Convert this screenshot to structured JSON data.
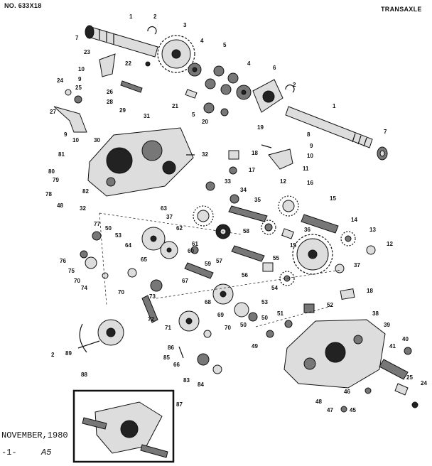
{
  "header": {
    "model": "NO. 633X18",
    "section": "TRANSAXLE"
  },
  "footer": {
    "date": "NOVEMBER,1980",
    "page": "-1-",
    "code": "A5"
  },
  "callouts": [
    {
      "id": "c1",
      "text": "1"
    },
    {
      "id": "c2",
      "text": "2"
    },
    {
      "id": "c3",
      "text": "3"
    },
    {
      "id": "c4",
      "text": "4"
    },
    {
      "id": "c5",
      "text": "5"
    },
    {
      "id": "c6",
      "text": "6"
    },
    {
      "id": "c7",
      "text": "7"
    },
    {
      "id": "c8",
      "text": "8"
    },
    {
      "id": "c9",
      "text": "9"
    },
    {
      "id": "c10",
      "text": "10"
    },
    {
      "id": "c11",
      "text": "11"
    },
    {
      "id": "c12",
      "text": "12"
    },
    {
      "id": "c13",
      "text": "13"
    },
    {
      "id": "c14",
      "text": "14"
    },
    {
      "id": "c15",
      "text": "15"
    },
    {
      "id": "c16",
      "text": "16"
    },
    {
      "id": "c17",
      "text": "17"
    },
    {
      "id": "c18",
      "text": "18"
    },
    {
      "id": "c19",
      "text": "19"
    },
    {
      "id": "c20",
      "text": "20"
    },
    {
      "id": "c21",
      "text": "21"
    },
    {
      "id": "c22",
      "text": "22"
    },
    {
      "id": "c23",
      "text": "23"
    },
    {
      "id": "c24",
      "text": "24"
    },
    {
      "id": "c25",
      "text": "25"
    },
    {
      "id": "c26",
      "text": "26"
    },
    {
      "id": "c27",
      "text": "27"
    },
    {
      "id": "c28",
      "text": "28"
    },
    {
      "id": "c29",
      "text": "29"
    },
    {
      "id": "c30",
      "text": "30"
    },
    {
      "id": "c31",
      "text": "31"
    },
    {
      "id": "c32",
      "text": "32"
    },
    {
      "id": "c33",
      "text": "33"
    },
    {
      "id": "c34",
      "text": "34"
    },
    {
      "id": "c35",
      "text": "35"
    },
    {
      "id": "c36",
      "text": "36"
    },
    {
      "id": "c37",
      "text": "37"
    },
    {
      "id": "c38",
      "text": "38"
    },
    {
      "id": "c39",
      "text": "39"
    },
    {
      "id": "c40",
      "text": "40"
    },
    {
      "id": "c41",
      "text": "41"
    },
    {
      "id": "c45",
      "text": "45"
    },
    {
      "id": "c46",
      "text": "46"
    },
    {
      "id": "c47",
      "text": "47"
    },
    {
      "id": "c48",
      "text": "48"
    },
    {
      "id": "c49",
      "text": "49"
    },
    {
      "id": "c50",
      "text": "50"
    },
    {
      "id": "c51",
      "text": "51"
    },
    {
      "id": "c52",
      "text": "52"
    },
    {
      "id": "c53",
      "text": "53"
    },
    {
      "id": "c54",
      "text": "54"
    },
    {
      "id": "c55",
      "text": "55"
    },
    {
      "id": "c56",
      "text": "56"
    },
    {
      "id": "c57",
      "text": "57"
    },
    {
      "id": "c58",
      "text": "58"
    },
    {
      "id": "c59",
      "text": "59"
    },
    {
      "id": "c60",
      "text": "60"
    },
    {
      "id": "c61",
      "text": "61"
    },
    {
      "id": "c62",
      "text": "62"
    },
    {
      "id": "c63",
      "text": "63"
    },
    {
      "id": "c64",
      "text": "64"
    },
    {
      "id": "c65",
      "text": "65"
    },
    {
      "id": "c66",
      "text": "66"
    },
    {
      "id": "c67",
      "text": "67"
    },
    {
      "id": "c68",
      "text": "68"
    },
    {
      "id": "c69",
      "text": "69"
    },
    {
      "id": "c70",
      "text": "70"
    },
    {
      "id": "c71",
      "text": "71"
    },
    {
      "id": "c72",
      "text": "72"
    },
    {
      "id": "c73",
      "text": "73"
    },
    {
      "id": "c74",
      "text": "74"
    },
    {
      "id": "c75",
      "text": "75"
    },
    {
      "id": "c76",
      "text": "76"
    },
    {
      "id": "c77",
      "text": "77"
    },
    {
      "id": "c78",
      "text": "78"
    },
    {
      "id": "c79",
      "text": "79"
    },
    {
      "id": "c80",
      "text": "80"
    },
    {
      "id": "c81",
      "text": "81"
    },
    {
      "id": "c82",
      "text": "82"
    },
    {
      "id": "c83",
      "text": "83"
    },
    {
      "id": "c84",
      "text": "84"
    },
    {
      "id": "c85",
      "text": "85"
    },
    {
      "id": "c86",
      "text": "86"
    },
    {
      "id": "c87",
      "text": "87"
    },
    {
      "id": "c88",
      "text": "88"
    },
    {
      "id": "c89",
      "text": "89"
    }
  ]
}
